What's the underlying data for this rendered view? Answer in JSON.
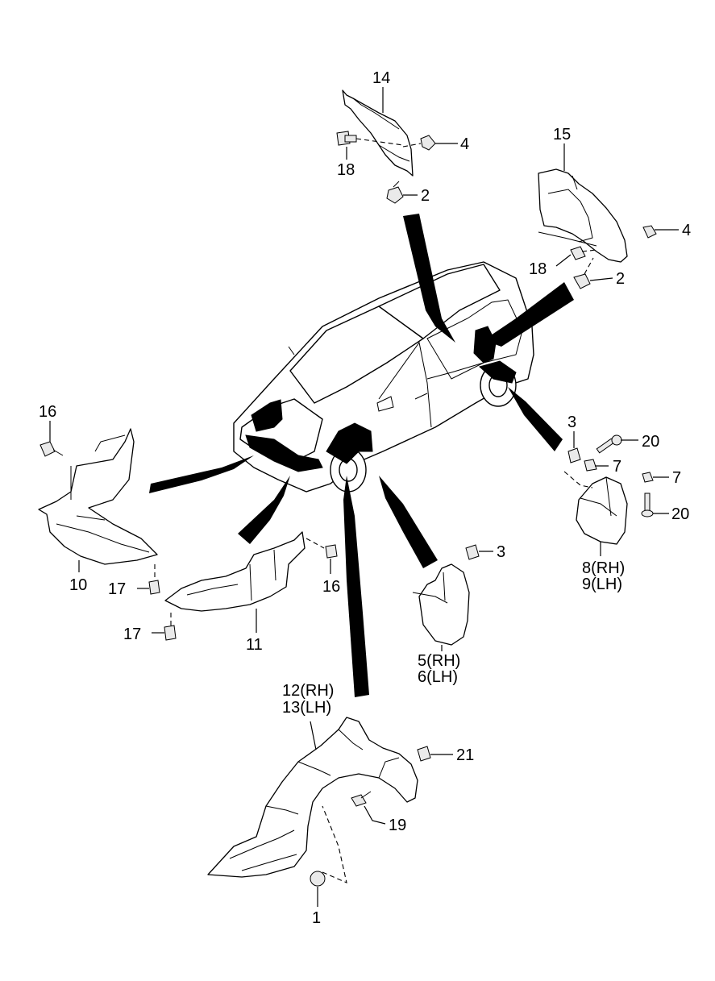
{
  "callouts": {
    "c1": "1",
    "c2a": "2",
    "c2b": "2",
    "c3a": "3",
    "c3b": "3",
    "c4a": "4",
    "c4b": "4",
    "c5": "5(RH)",
    "c6": "6(LH)",
    "c7a": "7",
    "c7b": "7",
    "c8": "8(RH)",
    "c9": "9(LH)",
    "c10": "10",
    "c11": "11",
    "c12": "12(RH)",
    "c13": "13(LH)",
    "c14": "14",
    "c15": "15",
    "c16a": "16",
    "c16b": "16",
    "c17a": "17",
    "c17b": "17",
    "c18a": "18",
    "c18b": "18",
    "c19": "19",
    "c20a": "20",
    "c20b": "20",
    "c21": "21"
  }
}
